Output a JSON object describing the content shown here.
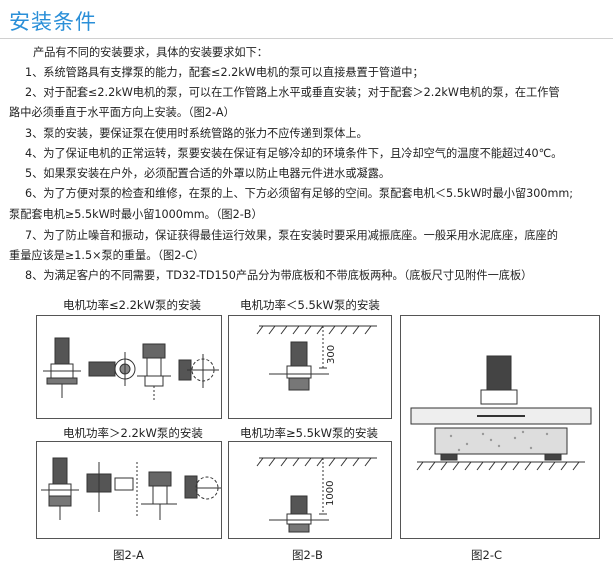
{
  "title": "安装条件",
  "intro": "产品有不同的安装要求，具体的安装要求如下：",
  "items": [
    "1、系统管路具有支撑泵的能力，配套≤2.2kW电机的泵可以直接悬置于管道中；",
    "2、对于配套≤2.2kW电机的泵，可以在工作管路上水平或垂直安装；对于配套＞2.2kW电机的泵，在工作管",
    "路中必须垂直于水平面方向上安装。（图2-A）",
    "3、泵的安装，要保证泵在使用时系统管路的张力不应传递到泵体上。",
    "4、为了保证电机的正常运转，泵要安装在保证有足够冷却的环境条件下，且冷却空气的温度不能超过40℃。",
    "5、如果泵安装在户外，必须配置合适的外罩以防止电器元件进水或凝露。",
    "6、为了方便对泵的检查和维修，在泵的上、下方必须留有足够的空间。泵配套电机＜5.5kW时最小留300mm;",
    "泵配套电机≥5.5kW时最小留1000mm。（图2-B）",
    "7、为了防止噪音和振动，保证获得最佳运行效果，泵在安装时要采用减振底座。一般采用水泥底座，底座的",
    "重量应该是≥1.5×泵的重量。（图2-C）",
    "8、为满足客户的不同需要，TD32-TD150产品分为带底板和不带底板两种。（底板尺寸见附件一底板）"
  ],
  "captions": {
    "a_top": "电机功率≤2.2kW泵的安装",
    "b_top": "电机功率＜5.5kW泵的安装",
    "a_bottom": "电机功率＞2.2kW泵的安装",
    "b_bottom": "电机功率≥5.5kW泵的安装"
  },
  "dims": {
    "small": "300",
    "large": "1000"
  },
  "figure_labels": {
    "a": "图2-A",
    "b": "图2-B",
    "c": "图2-C"
  }
}
